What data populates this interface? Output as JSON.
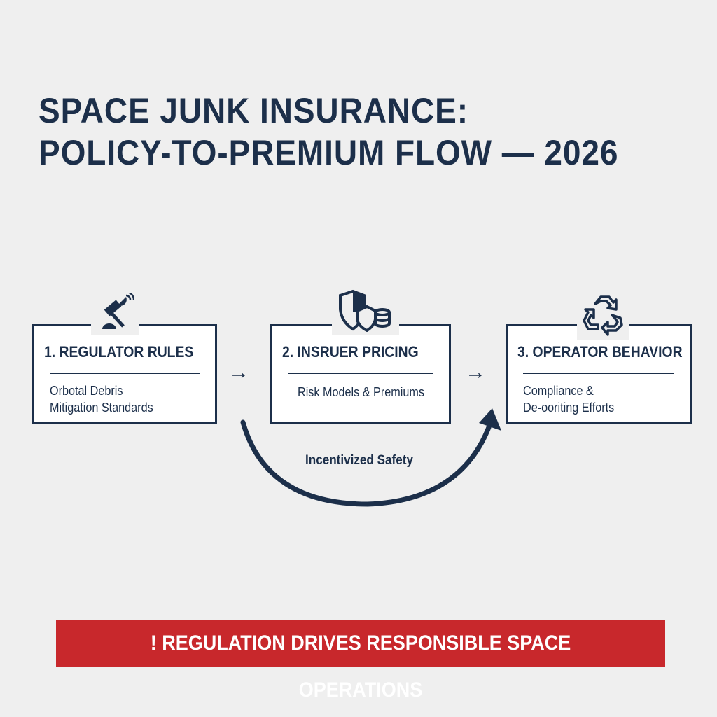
{
  "title": {
    "line1": "SPACE JUNK INSURANCE:",
    "line2": "POLICY-TO-PREMIUM FLOW — 2026"
  },
  "steps": [
    {
      "title": "1. REGULATOR RULES",
      "subtitle": "Orbotal Debris\nMitigation Standards",
      "icon": "gavel-satellite-icon"
    },
    {
      "title": "2. INSRUER PRICING",
      "subtitle": "Risk Models & Premiums",
      "icon": "shield-coins-icon"
    },
    {
      "title": "3. OPERATOR BEHAVIOR",
      "subtitle": "Compliance &\nDe-ooriting Efforts",
      "icon": "recycle-icon"
    }
  ],
  "arrow_glyph": "→",
  "loop_label": "Incentivized Safety",
  "banner": "! REGULATION DRIVES RESPONSIBLE SPACE OPERATIONS",
  "colors": {
    "navy": "#1c2f4a",
    "red": "#c8282c",
    "background": "#efefef"
  }
}
